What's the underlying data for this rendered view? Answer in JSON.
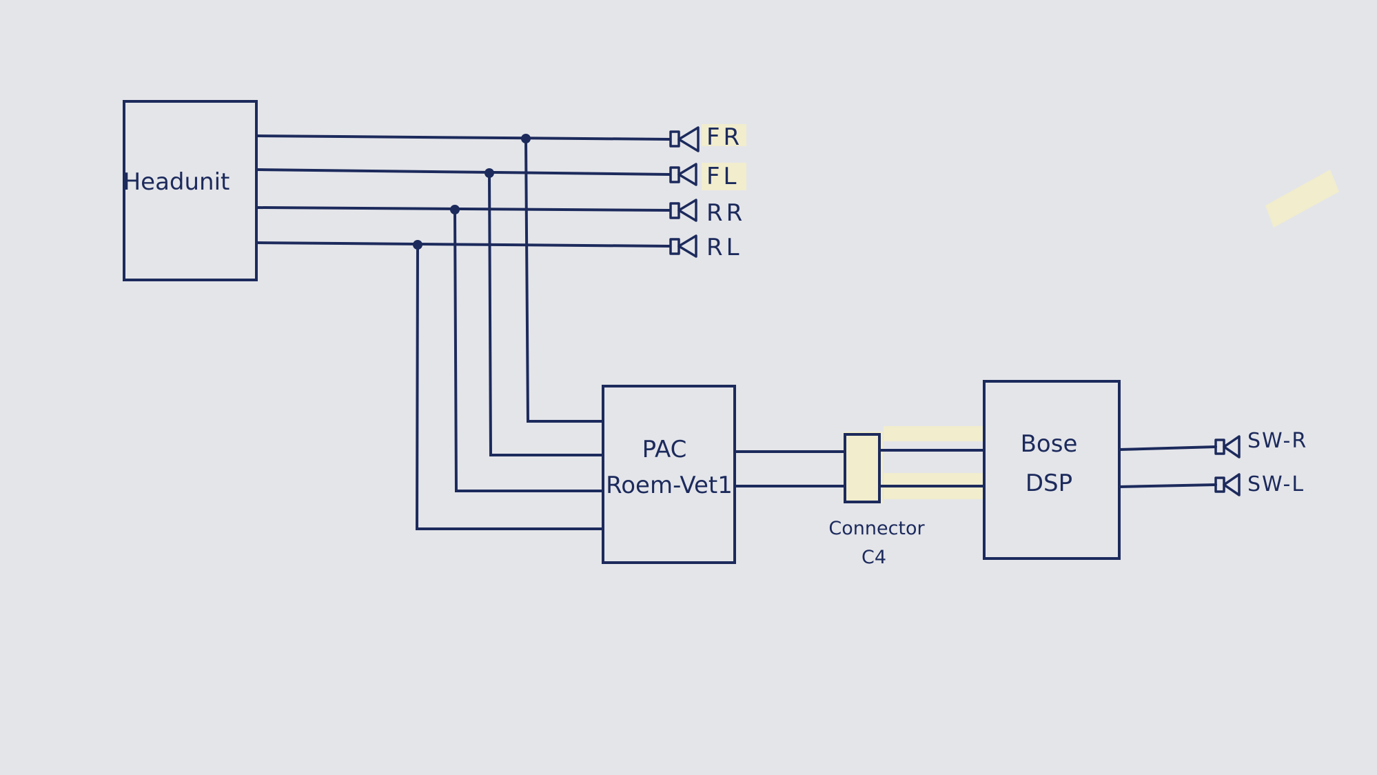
{
  "blocks": {
    "headunit": "Headunit",
    "pac_line1": "PAC",
    "pac_line2": "Roem-Vet1",
    "bose_line1": "Bose",
    "bose_line2": "DSP"
  },
  "connector": {
    "line1": "Connector",
    "line2": "C4"
  },
  "speakers": {
    "fr": "FR",
    "fl": "FL",
    "rr": "RR",
    "rl": "RL",
    "sw_r": "SW-R",
    "sw_l": "SW-L"
  },
  "colors": {
    "paper": "#e4e5e9",
    "ink": "#1c2a5c",
    "tape": "#f3eec8"
  }
}
